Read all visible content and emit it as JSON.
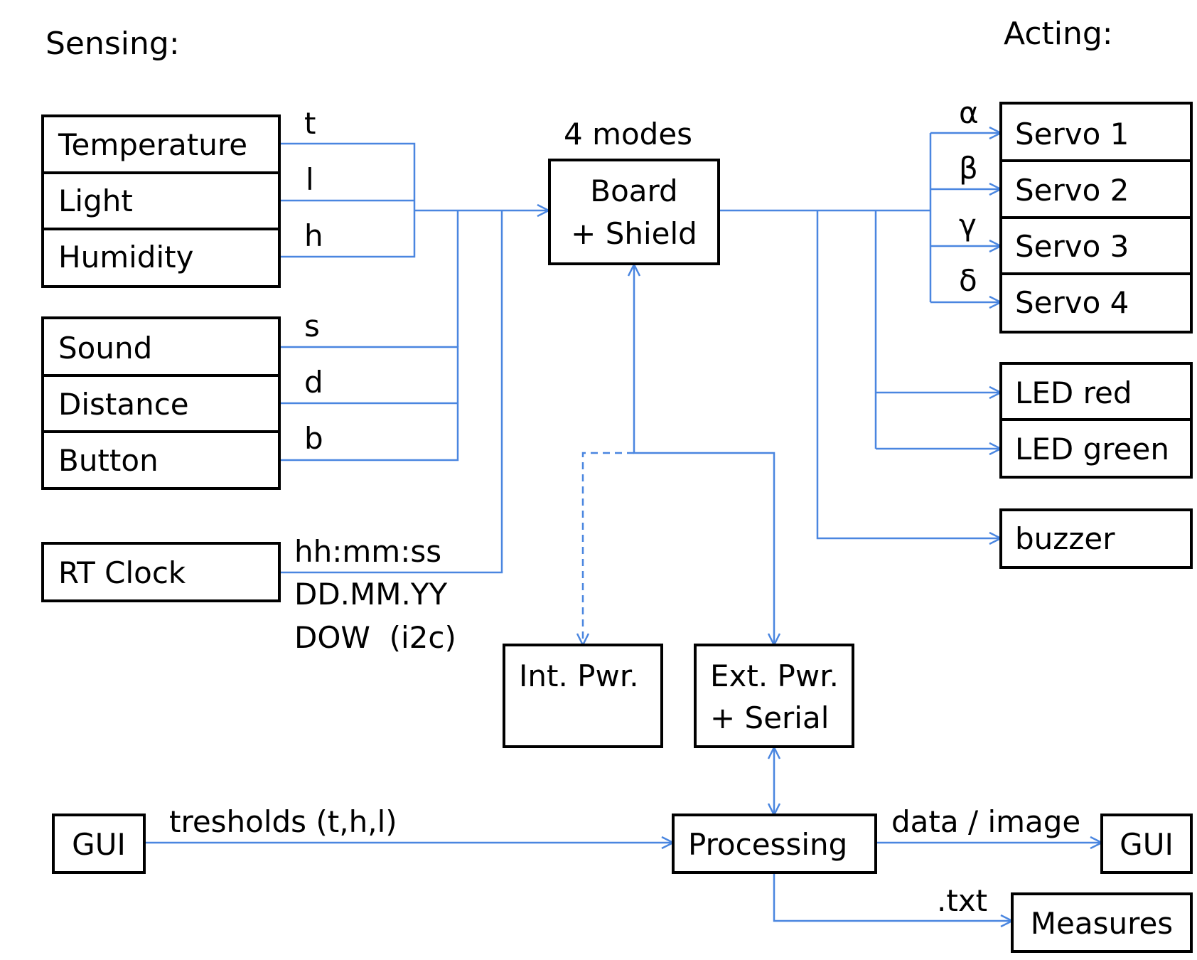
{
  "headings": {
    "sensing": "Sensing:",
    "acting": "Acting:"
  },
  "sensors_group1": [
    "Temperature",
    "Light",
    "Humidity"
  ],
  "sensors_group2": [
    "Sound",
    "Distance",
    "Button"
  ],
  "rt_clock": "RT Clock",
  "signal_labels": {
    "t": "t",
    "l": "l",
    "h": "h",
    "s": "s",
    "d": "d",
    "b": "b"
  },
  "clock_labels": [
    "hh:mm:ss",
    "DD.MM.YY",
    "DOW  (i2c)"
  ],
  "board": {
    "modes": "4 modes",
    "line1": "Board",
    "line2": "+ Shield"
  },
  "servos": [
    "Servo 1",
    "Servo 2",
    "Servo 3",
    "Servo 4"
  ],
  "servo_angles": [
    "α",
    "β",
    "γ",
    "δ"
  ],
  "leds": [
    "LED red",
    "LED green"
  ],
  "buzzer": "buzzer",
  "int_pwr": "Int. Pwr.",
  "ext_pwr": {
    "line1": "Ext. Pwr.",
    "line2": "+ Serial"
  },
  "processing": "Processing",
  "gui_in": "GUI",
  "gui_out": "GUI",
  "measures": "Measures",
  "edge_labels": {
    "tresholds": "tresholds (t,h,l)",
    "data_image": "data / image",
    "txt": ".txt"
  },
  "colors": {
    "wire": "#4a86e0",
    "box_border": "#000000"
  }
}
